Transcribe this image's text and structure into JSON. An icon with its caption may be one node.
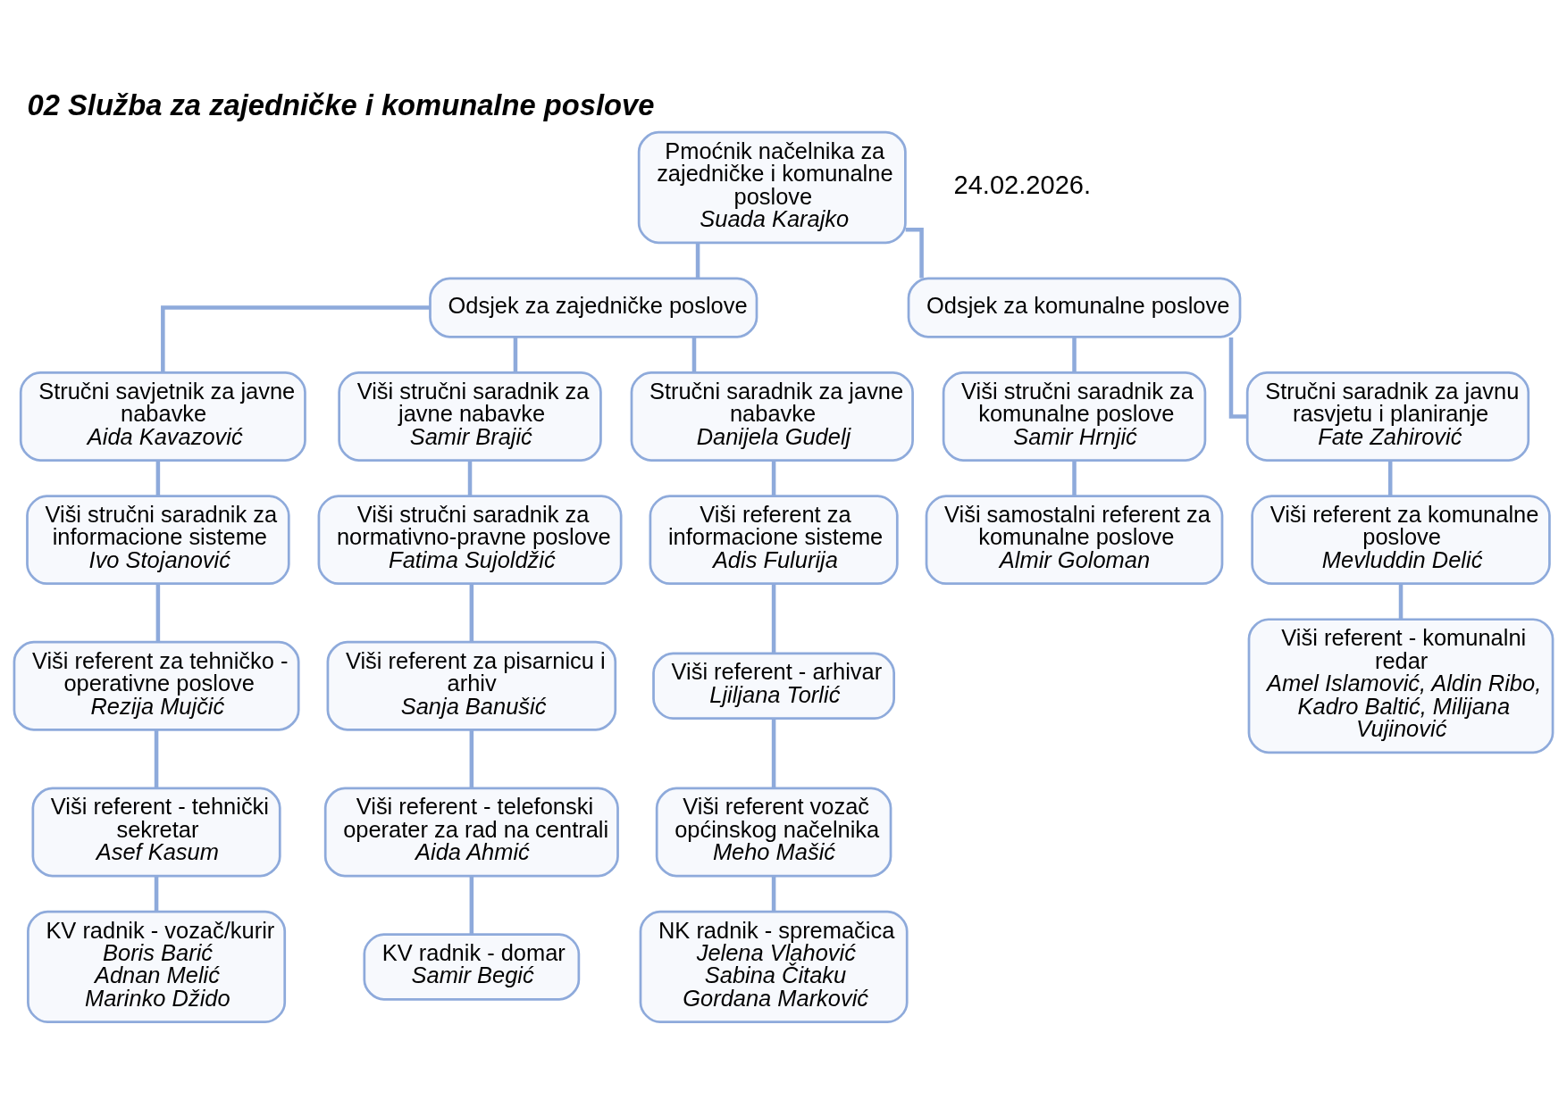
{
  "diagram": {
    "title": "02 Služba za zajedničke i komunalne poslove",
    "nodes": [
      {
        "text": [
          "Pmoćnik načelnika za zajedničke i komunalne poslove",
          "Suada Karajko"
        ]
      },
      {
        "text": [
          "Odsjek za zajedničke poslove"
        ]
      },
      {
        "text": [
          "Odsjek za komunalne poslove"
        ]
      },
      {
        "text": [
          "Stručni savjetnik za javne nabavke",
          "Aida Kavazović"
        ]
      },
      {
        "text": [
          "Viši stručni saradnik za informacione sisteme",
          "Ivo Stojanović"
        ]
      },
      {
        "text": [
          "Viši referent za tehničko - operativne poslove",
          "Rezija Mujčić"
        ]
      },
      {
        "text": [
          "Viši referent - tehnički sekretar",
          "Asef Kasum"
        ]
      },
      {
        "text": [
          "KV radnik - vozač/kurir",
          "Boris Barić",
          "Adnan Melić",
          "Marinko Džido"
        ]
      },
      {
        "text": [
          "Viši stručni saradnik za javne nabavke",
          "Samir Brajić"
        ]
      },
      {
        "text": [
          "Viši stručni saradnik za normativno-pravne poslove",
          "Fatima Sujoldžić"
        ]
      },
      {
        "text": [
          "Viši referent za pisarnicu i arhiv",
          "Sanja Banušić"
        ]
      },
      {
        "text": [
          "Viši referent - telefonski operater za rad na centrali",
          "Aida Ahmić"
        ]
      },
      {
        "text": [
          "KV radnik - domar",
          "Samir Begić"
        ]
      },
      {
        "text": [
          "Stručni saradnik za javne nabavke",
          "Danijela Gudelj"
        ]
      },
      {
        "text": [
          "Viši referent za informacione sisteme",
          "Adis Fulurija"
        ]
      },
      {
        "text": [
          "Viši referent - arhivar",
          "Ljiljana Torlić"
        ]
      },
      {
        "text": [
          "Viši referent vozač općinskog načelnika",
          "Meho Mašić"
        ]
      },
      {
        "text": [
          "NK radnik - spremačica",
          "Jelena Vlahović",
          "Sabina Čitaku",
          "Gordana Marković"
        ]
      },
      {
        "text": [
          "Viši stručni saradnik za komunalne poslove",
          "Samir Hrnjić"
        ]
      },
      {
        "text": [
          "Viši samostalni referent za komunalne poslove",
          "Almir Goloman"
        ]
      },
      {
        "text": [
          "Stručni saradnik za javnu rasvjetu i planiranje",
          "Fate Zahirović"
        ]
      },
      {
        "text": [
          "Viši referent za komunalne poslove",
          "Mevluddin Delić"
        ]
      },
      {
        "text": [
          "Viši referent - komunalni redar",
          "Amel Islamović, Aldin Ribo, Kadro Baltić, Milijana Vujinović"
        ]
      }
    ],
    "edges": [
      {
        "from": 0,
        "to": 1,
        "arrow": "none"
      },
      {
        "from": 0,
        "to": 2,
        "arrow": "none"
      },
      {
        "from": 1,
        "to": 3,
        "arrow": "none"
      },
      {
        "from": 1,
        "to": 8,
        "arrow": "none"
      },
      {
        "from": 1,
        "to": 13,
        "arrow": "none"
      },
      {
        "from": 3,
        "to": 4,
        "arrow": "none"
      },
      {
        "from": 4,
        "to": 5,
        "arrow": "none"
      },
      {
        "from": 5,
        "to": 6,
        "arrow": "none"
      },
      {
        "from": 6,
        "to": 7,
        "arrow": "none"
      },
      {
        "from": 8,
        "to": 9,
        "arrow": "none"
      },
      {
        "from": 9,
        "to": 10,
        "arrow": "none"
      },
      {
        "from": 10,
        "to": 11,
        "arrow": "none"
      },
      {
        "from": 11,
        "to": 12,
        "arrow": "none"
      },
      {
        "from": 13,
        "to": 14,
        "arrow": "none"
      },
      {
        "from": 14,
        "to": 15,
        "arrow": "none"
      },
      {
        "from": 15,
        "to": 16,
        "arrow": "none"
      },
      {
        "from": 16,
        "to": 17,
        "arrow": "none"
      },
      {
        "from": 2,
        "to": 18,
        "arrow": "none"
      },
      {
        "from": 18,
        "to": 19,
        "arrow": "none"
      },
      {
        "from": 2,
        "to": 20,
        "arrow": "none"
      },
      {
        "from": 20,
        "to": 21,
        "arrow": "none"
      },
      {
        "from": 21,
        "to": 22,
        "arrow": "none"
      }
    ],
    "labels": [
      "24.02.2026."
    ]
  }
}
